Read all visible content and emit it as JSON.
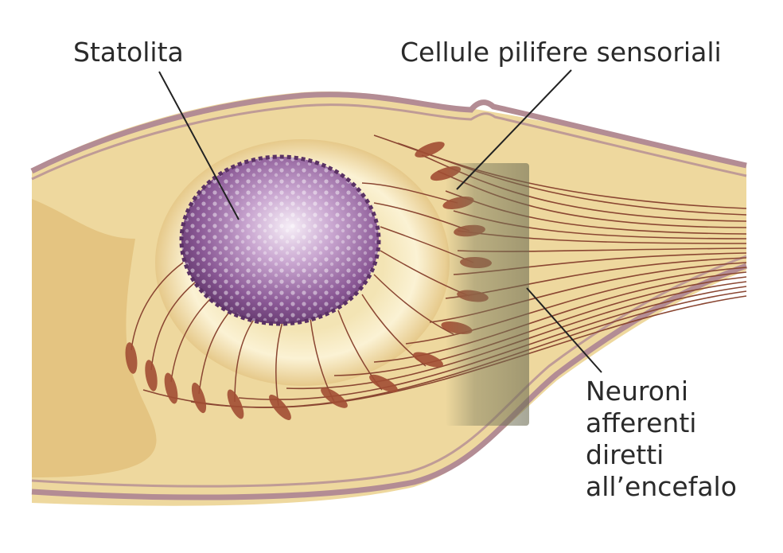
{
  "labels": {
    "statolith": "Statolita",
    "hair_cells": "Cellule pilifere sensoriali",
    "afferent_neurons": [
      "Neuroni",
      "afferenti",
      "diretti",
      "all’encefalo"
    ]
  },
  "colors": {
    "tissue": "#eed89e",
    "tissue_dark": "#dcb56a",
    "membrane": "#b38c94",
    "statolith": "#7d4e86",
    "hair_cell": "#a24e34",
    "fiber": "#8a4632",
    "leader_line": "#222222",
    "nerve_shade": "#8a8a6c"
  }
}
